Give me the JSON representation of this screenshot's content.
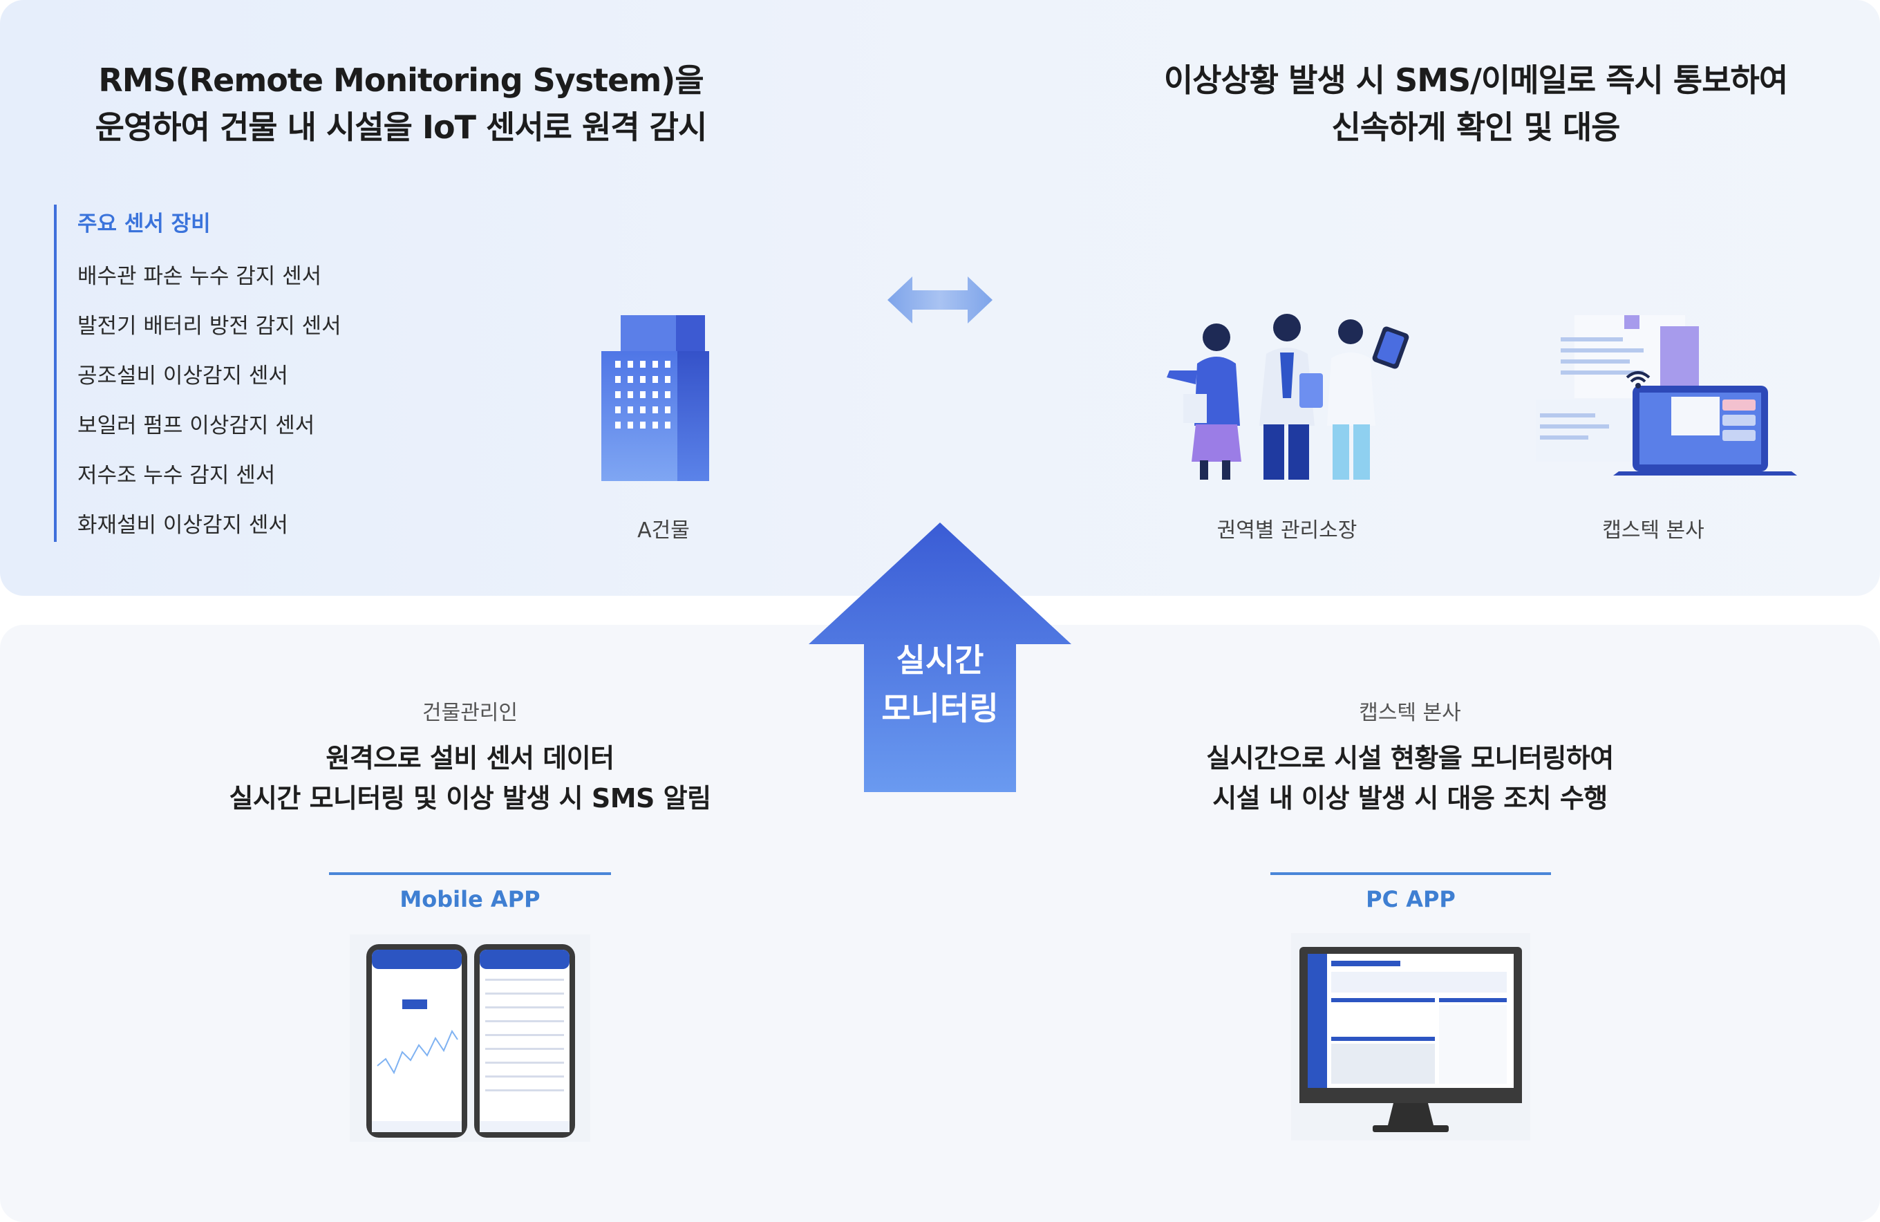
{
  "top": {
    "left_headline": [
      "RMS(Remote Monitoring System)을",
      "운영하여 건물 내 시설을 IoT 센서로 원격 감시"
    ],
    "right_headline": [
      "이상상황 발생 시 SMS/이메일로 즉시 통보하여",
      "신속하게 확인 및 대응"
    ],
    "sensors": {
      "title": "주요 센서 장비",
      "items": [
        "배수관 파손 누수 감지 센서",
        "발전기 배터리 방전 감지 센서",
        "공조설비 이상감지 센서",
        "보일러 펌프 이상감지 센서",
        "저수조 누수 감지 센서",
        "화재설비 이상감지 센서"
      ]
    },
    "building_label": "A건물",
    "managers_label": "권역별 관리소장",
    "hq_label": "캡스텍 본사"
  },
  "center_arrow": {
    "line1": "실시간",
    "line2": "모니터링"
  },
  "bottom": {
    "left": {
      "role": "건물관리인",
      "desc": [
        "원격으로 설비 센서 데이터",
        "실시간 모니터링 및 이상 발생 시 SMS 알림"
      ],
      "app": "Mobile APP"
    },
    "right": {
      "role": "캡스텍 본사",
      "desc": [
        "실시간으로 시설 현황을 모니터링하여",
        "시설 내 이상 발생 시 대응 조치 수행"
      ],
      "app": "PC APP"
    }
  },
  "colors": {
    "accent": "#3f6fdb",
    "arrow_top": "#3d5fd6",
    "arrow_bottom": "#6796ee"
  }
}
